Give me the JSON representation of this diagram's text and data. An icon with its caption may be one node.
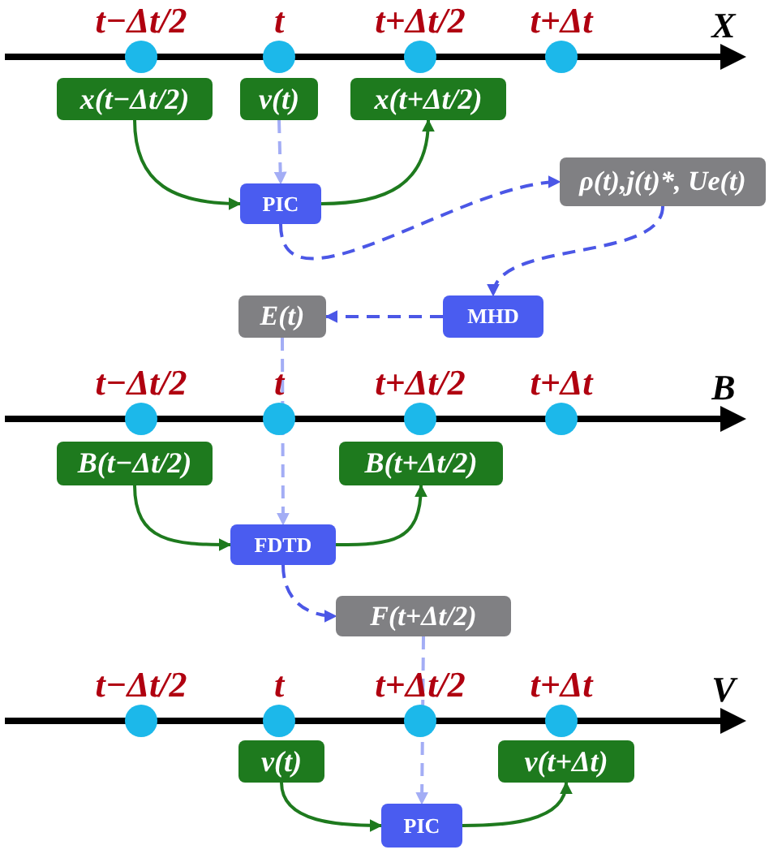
{
  "diagram": {
    "nodes": [
      {
        "text": [
          "x(t−Δt/2)"
        ]
      },
      {
        "text": [
          "v(t)"
        ]
      },
      {
        "text": [
          "x(t+Δt/2)"
        ]
      },
      {
        "text": [
          "PIC"
        ]
      },
      {
        "text": [
          "ρ(t),j(t)*, Ue(t)"
        ]
      },
      {
        "text": [
          "E(t)"
        ]
      },
      {
        "text": [
          "MHD"
        ]
      },
      {
        "text": [
          "B(t−Δt/2)"
        ]
      },
      {
        "text": [
          "B(t+Δt/2)"
        ]
      },
      {
        "text": [
          "FDTD"
        ]
      },
      {
        "text": [
          "F(t+Δt/2)"
        ]
      },
      {
        "text": [
          "v(t)"
        ]
      },
      {
        "text": [
          "v(t+Δt)"
        ]
      },
      {
        "text": [
          "PIC"
        ]
      }
    ],
    "edges": [
      {
        "from": 0,
        "to": 3,
        "arrow": "to"
      },
      {
        "from": 3,
        "to": 2,
        "arrow": "to"
      },
      {
        "from": 1,
        "to": 3,
        "arrow": "to",
        "style": "dashed",
        "color": "#a3adf5"
      },
      {
        "from": 3,
        "to": 4,
        "arrow": "to",
        "style": "dashed",
        "color": "#4b57e6"
      },
      {
        "from": 4,
        "to": 6,
        "arrow": "to",
        "style": "dashed",
        "color": "#4b57e6"
      },
      {
        "from": 6,
        "to": 5,
        "arrow": "to",
        "style": "dashed",
        "color": "#4b57e6"
      },
      {
        "from": 5,
        "to": 9,
        "arrow": "to",
        "style": "dashed",
        "color": "#a3adf5"
      },
      {
        "from": 7,
        "to": 9,
        "arrow": "to"
      },
      {
        "from": 9,
        "to": 8,
        "arrow": "to"
      },
      {
        "from": 9,
        "to": 10,
        "arrow": "to",
        "style": "dashed",
        "color": "#4b57e6"
      },
      {
        "from": 10,
        "to": 13,
        "arrow": "to",
        "style": "dashed",
        "color": "#a3adf5"
      },
      {
        "from": 11,
        "to": 13,
        "arrow": "to"
      },
      {
        "from": 13,
        "to": 12,
        "arrow": "to"
      }
    ],
    "labels": [
      "t−Δt/2",
      "t",
      "t+Δt/2",
      "t+Δt",
      "X",
      "t−Δt/2",
      "t",
      "t+Δt/2",
      "t+Δt",
      "B",
      "t−Δt/2",
      "t",
      "t+Δt/2",
      "t+Δt",
      "V"
    ]
  }
}
